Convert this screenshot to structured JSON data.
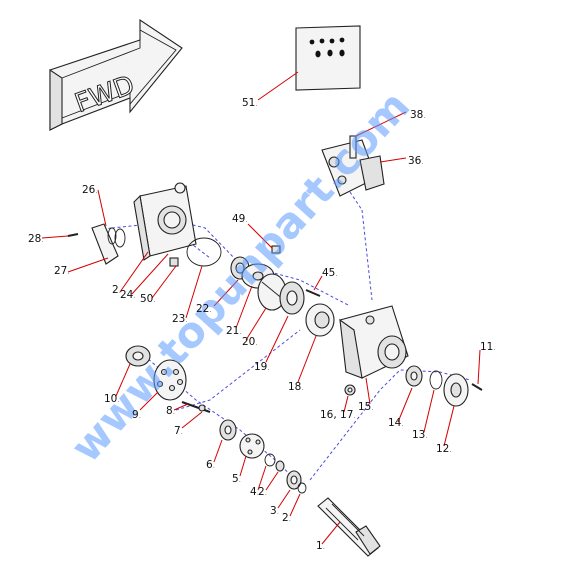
{
  "arrow_label": "FWD",
  "watermark": "www.topunpart.com",
  "label_suffix": ".",
  "labels": {
    "p51": "51",
    "p38": "38",
    "p36": "36",
    "p26": "26",
    "p28": "28",
    "p27": "27",
    "p2a": "2",
    "p24": "24",
    "p50": "50",
    "p23": "23",
    "p22": "22",
    "p49": "49",
    "p21": "21",
    "p20": "20",
    "p19": "19",
    "p45": "45",
    "p18": "18",
    "p16_17": "16, 17",
    "p15": "15",
    "p14": "14",
    "p13": "13",
    "p12": "12",
    "p11": "11",
    "p10": "10",
    "p9": "9",
    "p8": "8",
    "p7": "7",
    "p6": "6",
    "p5": "5",
    "p4": "4",
    "p2b": "2",
    "p3": "3",
    "p2c": "2",
    "p1": "1"
  }
}
